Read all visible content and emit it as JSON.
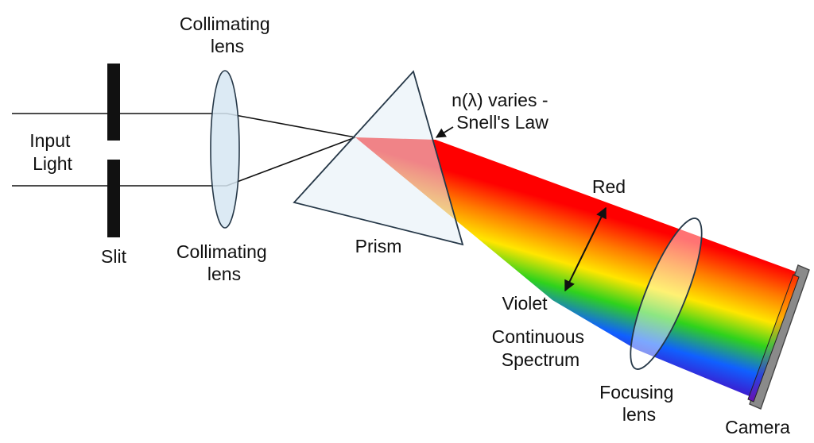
{
  "labels": {
    "input_light": [
      "Input",
      "Light"
    ],
    "slit": "Slit",
    "collimating_lens_top": [
      "Collimating",
      "lens"
    ],
    "collimating_lens_bottom": [
      "Collimating",
      "lens"
    ],
    "prism": "Prism",
    "snell_annotation": [
      "n(λ) varies -",
      "Snell's Law"
    ],
    "red": "Red",
    "violet": "Violet",
    "continuous_spectrum": [
      "Continuous",
      "Spectrum"
    ],
    "focusing_lens": [
      "Focusing",
      "lens"
    ],
    "camera": "Camera"
  },
  "colors": {
    "spectrum": [
      "#ff0000",
      "#ff7a00",
      "#ffe600",
      "#2fd21c",
      "#1060ff",
      "#3b1cd0",
      "#7a10b8"
    ],
    "lens_fill": "#d6e6f2",
    "prism_fill": "#e4eff6",
    "slit": "#111111",
    "camera_body": "#8a8a8a"
  }
}
